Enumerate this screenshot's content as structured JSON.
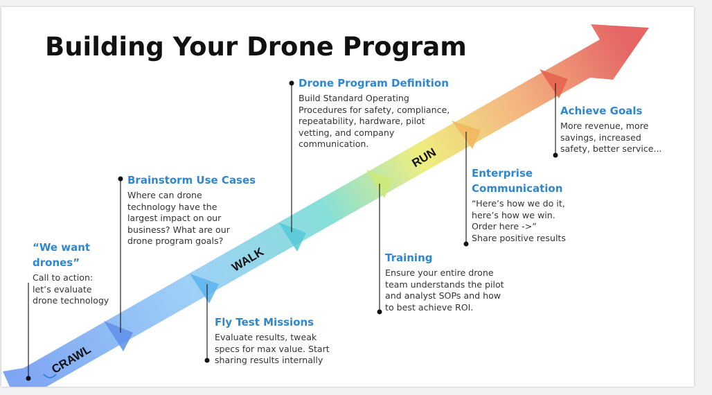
{
  "title": "Building Your Drone Program",
  "colors": {
    "accent": "#2f86d2",
    "crawl": "#78a9f3",
    "walk": "#83d2ee",
    "run": "#efeb80",
    "goal": "#e56c6a"
  },
  "stages": [
    {
      "id": "crawl",
      "label": "CRAWL"
    },
    {
      "id": "walk",
      "label": "WALK"
    },
    {
      "id": "run",
      "label": "RUN"
    }
  ],
  "milestones": [
    {
      "id": "we-want-drones",
      "title": "“We want drones”",
      "body": "Call to action:\nlet’s evaluate\ndrone technology"
    },
    {
      "id": "brainstorm",
      "title": "Brainstorm Use Cases",
      "body": "Where can drone\ntechnology have the\nlargest impact on our\nbusiness? What are our\ndrone program goals?"
    },
    {
      "id": "fly-test",
      "title": "Fly Test Missions",
      "body": "Evaluate results, tweak\nspecs for max value. Start\nsharing results internally"
    },
    {
      "id": "definition",
      "title": "Drone Program Definition",
      "body": "Build Standard Operating\nProcedures for safety, compliance,\nrepeatability, hardware, pilot\nvetting, and company\ncommunication."
    },
    {
      "id": "training",
      "title": "Training",
      "body": "Ensure your entire drone\nteam understands the pilot\nand analyst SOPs and how\nto best achieve ROI."
    },
    {
      "id": "enterprise",
      "title": "Enterprise\nCommunication",
      "body": "“Here’s how we do it,\nhere’s how we win.\nOrder here ->”\nShare positive results"
    },
    {
      "id": "achieve-goals",
      "title": "Achieve Goals",
      "body": "More revenue, more\nsavings, increased\nsafety, better service..."
    }
  ]
}
